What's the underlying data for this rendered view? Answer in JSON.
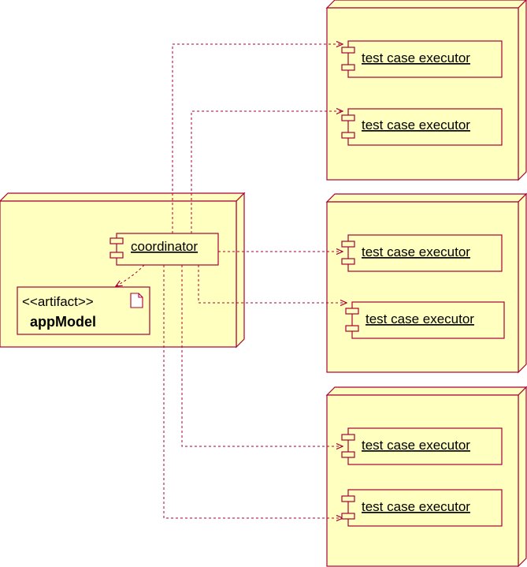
{
  "colors": {
    "node_fill": "#ffffc0",
    "node_stroke": "#a80036",
    "edge": "#a80036",
    "text": "#000000"
  },
  "coordinator": {
    "label": "coordinator"
  },
  "artifact": {
    "stereotype": "<<artifact>>",
    "name": "appModel"
  },
  "executors": [
    {
      "label": "test case executor"
    },
    {
      "label": "test case executor"
    },
    {
      "label": "test case executor"
    },
    {
      "label": "test case executor"
    },
    {
      "label": "test case executor"
    },
    {
      "label": "test case executor"
    }
  ]
}
